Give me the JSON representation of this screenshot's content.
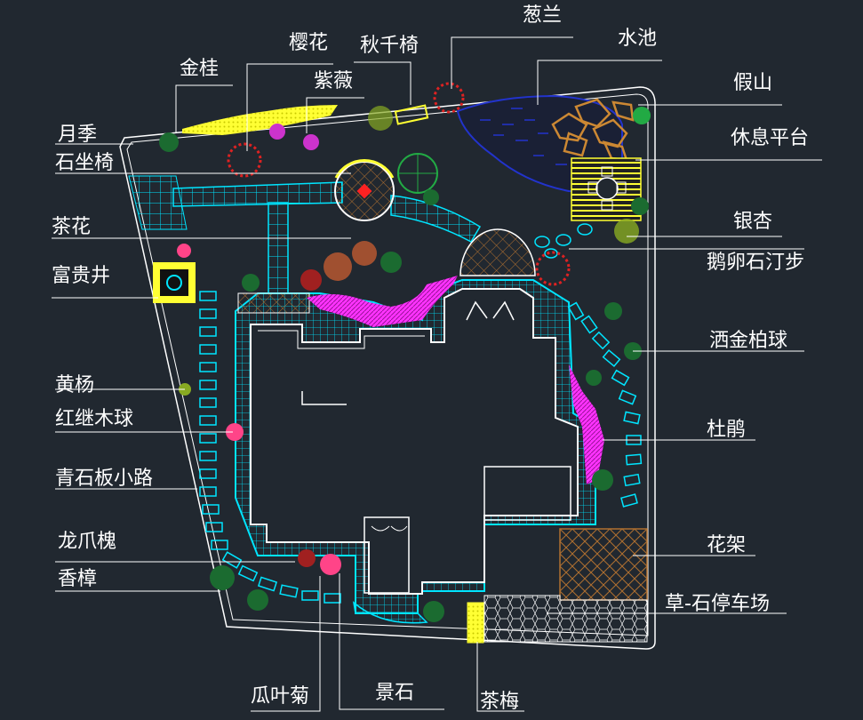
{
  "diagram": {
    "labels": {
      "congLan": "葱兰",
      "yingHua": "樱花",
      "qiuQianYi": "秋千椅",
      "shuiChi": "水池",
      "jinGui": "金桂",
      "ziWei": "紫薇",
      "jiaShan": "假山",
      "yueJi": "月季",
      "xiuXiPingTai": "休息平台",
      "shiZuoYi": "石坐椅",
      "chaHua": "茶花",
      "yinXing": "银杏",
      "eLuanShi": "鹅卵石汀步",
      "fuGuiJing": "富贵井",
      "saJinBai": "洒金柏球",
      "huangYang": "黄杨",
      "hongJiMu": "红继木球",
      "duJuan": "杜鹃",
      "qingShiBan": "青石板小路",
      "longZhuaHuai": "龙爪槐",
      "huaJia": "花架",
      "xiangZhang": "香樟",
      "caoShiTingChe": "草-石停车场",
      "guaYeJu": "瓜叶菊",
      "jingShi": "景石",
      "chaMei": "茶梅"
    },
    "colors": {
      "background": "#212830",
      "paving": "#00e5ff",
      "lawn": "#ffff33",
      "flowers": "#ff33ff",
      "water": "#2233cc",
      "building": "#ffffff",
      "trees": "#22aa44",
      "redTrees": "#dd2222",
      "rocks": "#cc8833",
      "hatch": "#b07030"
    }
  }
}
